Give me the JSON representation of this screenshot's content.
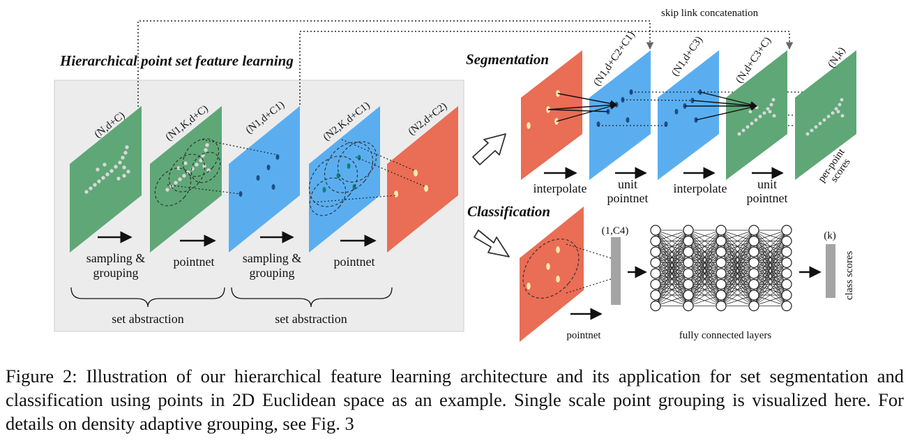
{
  "titles": {
    "hierarchical": "Hierarchical point set feature learning",
    "segmentation": "Segmentation",
    "classification": "Classification"
  },
  "skip_link": "skip link concatenation",
  "hier": {
    "plane_labels": [
      "(N,d+C)",
      "(N1,K,d+C)",
      "(N1,d+C1)",
      "(N2,K,d+C1)",
      "(N2,d+C2)"
    ],
    "steps": [
      [
        "sampling &",
        "grouping"
      ],
      [
        "pointnet"
      ],
      [
        "sampling &",
        "grouping"
      ],
      [
        "pointnet"
      ]
    ],
    "set_abstraction": [
      "set abstraction",
      "set abstraction"
    ]
  },
  "seg": {
    "plane_labels": [
      "(N1,d+C2+C1)",
      "(N1,d+C3)",
      "(N,d+C3+C)",
      "(N,k)"
    ],
    "steps": [
      [
        "interpolate"
      ],
      [
        "unit",
        "pointnet"
      ],
      [
        "interpolate"
      ],
      [
        "unit",
        "pointnet"
      ]
    ],
    "scores": [
      "per-point",
      "scores"
    ]
  },
  "cls": {
    "pointnet": "pointnet",
    "vec_label": "(1,C4)",
    "fc_label": "fully connected layers",
    "k_label": "(k)",
    "class_scores": "class scores"
  },
  "colors": {
    "green": "#5fa777",
    "blue": "#5aaef0",
    "red": "#ea6d55",
    "panel": "#ececec",
    "dot_cream": "#fde8b0",
    "dot_navy": "#1d4f86",
    "dot_teal": "#0f7f7c",
    "bar_gray": "#a4a4a4"
  },
  "caption": "Figure 2: Illustration of our hierarchical feature learning architecture and its application for set segmentation and classification using points in 2D Euclidean space as an example. Single scale point grouping is visualized here. For details on density adaptive grouping, see Fig. 3"
}
